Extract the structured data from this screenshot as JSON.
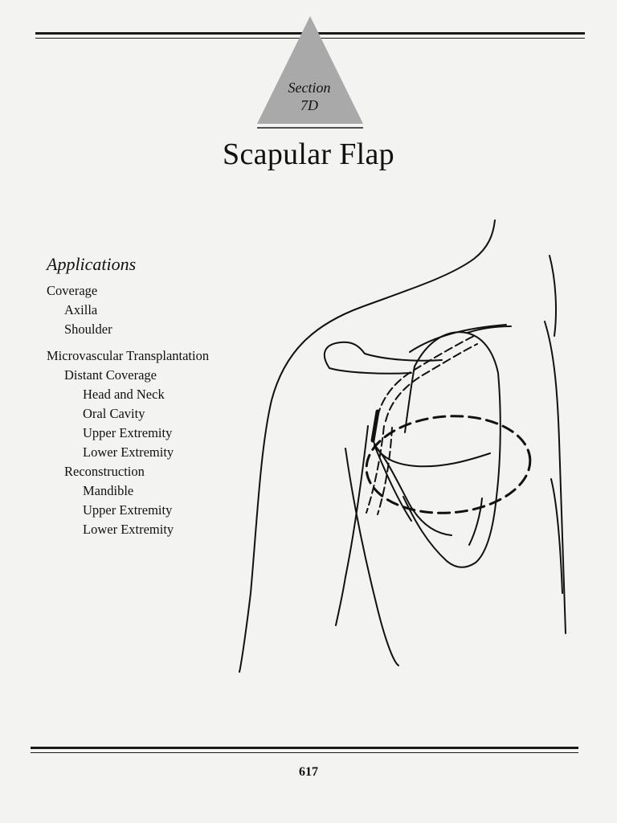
{
  "section": {
    "line1": "Section",
    "line2": "7D",
    "color": "#a9a9a9"
  },
  "title": "Scapular Flap",
  "applications": {
    "heading": "Applications",
    "items": [
      {
        "label": "Coverage",
        "level": 1
      },
      {
        "label": "Axilla",
        "level": 2
      },
      {
        "label": "Shoulder",
        "level": 2
      },
      {
        "label": "Microvascular Transplantation",
        "level": 1
      },
      {
        "label": "Distant Coverage",
        "level": 2
      },
      {
        "label": "Head and Neck",
        "level": 3
      },
      {
        "label": "Oral Cavity",
        "level": 3
      },
      {
        "label": "Upper Extremity",
        "level": 3
      },
      {
        "label": "Lower Extremity",
        "level": 3
      },
      {
        "label": "Reconstruction",
        "level": 2
      },
      {
        "label": "Mandible",
        "level": 3
      },
      {
        "label": "Upper Extremity",
        "level": 3
      },
      {
        "label": "Lower Extremity",
        "level": 3
      }
    ]
  },
  "page_number": "617"
}
